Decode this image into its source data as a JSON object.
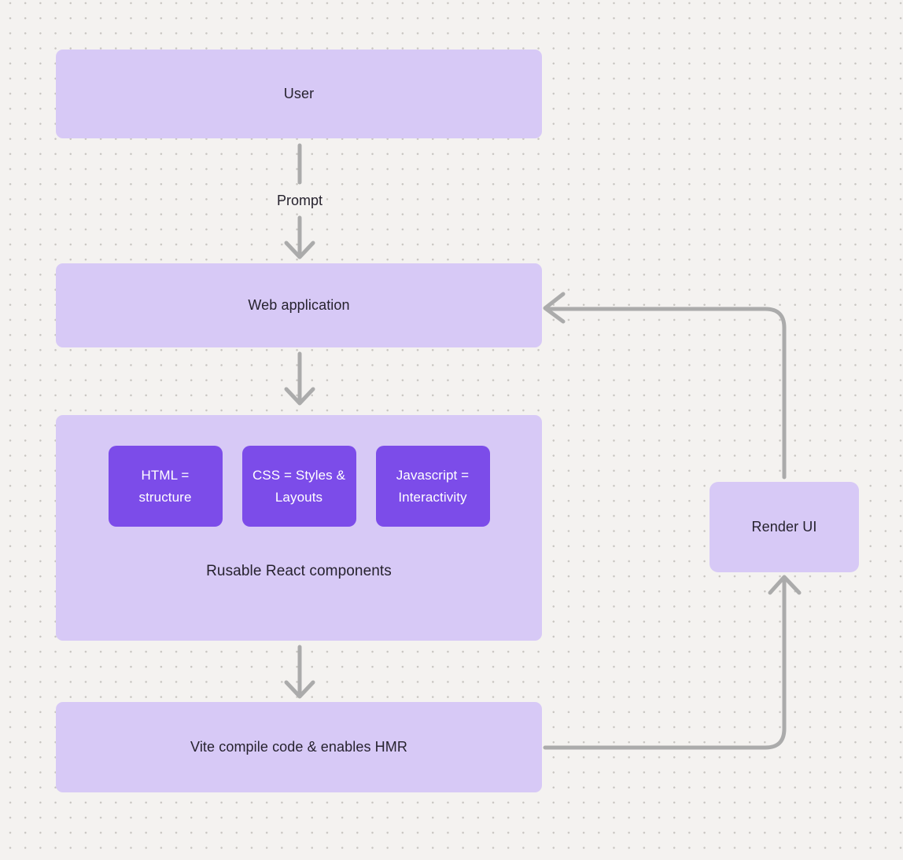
{
  "diagram": {
    "nodes": {
      "user": {
        "label": "User"
      },
      "web_application": {
        "label": "Web application"
      },
      "components_group": {
        "caption": "Rusable React components",
        "children": [
          {
            "label": "HTML = structure"
          },
          {
            "label": "CSS = Styles & Layouts"
          },
          {
            "label": "Javascript = Interactivity"
          }
        ]
      },
      "vite": {
        "label": "Vite compile code & enables HMR"
      },
      "render_ui": {
        "label": "Render UI"
      }
    },
    "edge_labels": {
      "prompt": "Prompt"
    },
    "edges": [
      {
        "from": "user",
        "to": "web_application",
        "label": "Prompt"
      },
      {
        "from": "web_application",
        "to": "components_group",
        "label": ""
      },
      {
        "from": "components_group",
        "to": "vite",
        "label": ""
      },
      {
        "from": "vite",
        "to": "render_ui",
        "label": ""
      },
      {
        "from": "render_ui",
        "to": "web_application",
        "label": ""
      }
    ],
    "colors": {
      "background": "#f4f2f0",
      "dot_grid": "#c8c5c1",
      "node_fill": "#d7c9f6",
      "child_node_fill": "#7c4ce9",
      "connector": "#ababab",
      "text_dark": "#26222e",
      "text_light": "#ffffff"
    }
  }
}
